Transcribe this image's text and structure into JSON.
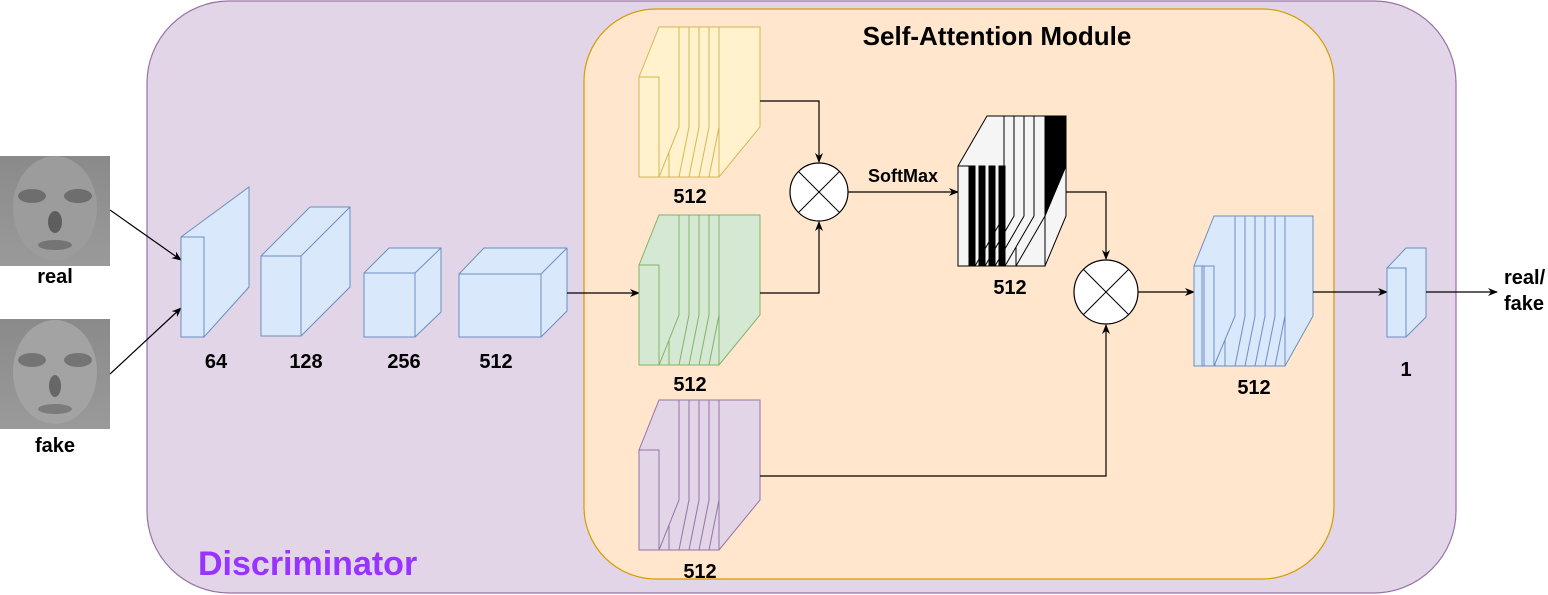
{
  "title": "Self-Attention Module",
  "discriminator_label": "Discriminator",
  "inputs": {
    "real": "real",
    "fake": "fake"
  },
  "output_label_line1": "real/",
  "output_label_line2": "fake",
  "encoder_labels": [
    "64",
    "128",
    "256",
    "512"
  ],
  "attention": {
    "query_label": "512",
    "key_label": "512",
    "value_label": "512",
    "softmax_label": "SoftMax",
    "attention_map_label": "512",
    "output_label": "512"
  },
  "final_label": "1",
  "colors": {
    "discriminator_bg": "#e1d5e7",
    "discriminator_border": "#9673a6",
    "discriminator_text": "#9933ff",
    "module_bg": "#ffe6cc",
    "module_border": "#d79b00",
    "blue_fill": "#dae8fc",
    "blue_stroke": "#6c8ebf",
    "yellow_fill": "#fff2cc",
    "yellow_stroke": "#d6b656",
    "green_fill": "#d5e8d4",
    "green_stroke": "#82b366",
    "purple_fill": "#e1d5e7",
    "purple_stroke": "#9673a6"
  }
}
